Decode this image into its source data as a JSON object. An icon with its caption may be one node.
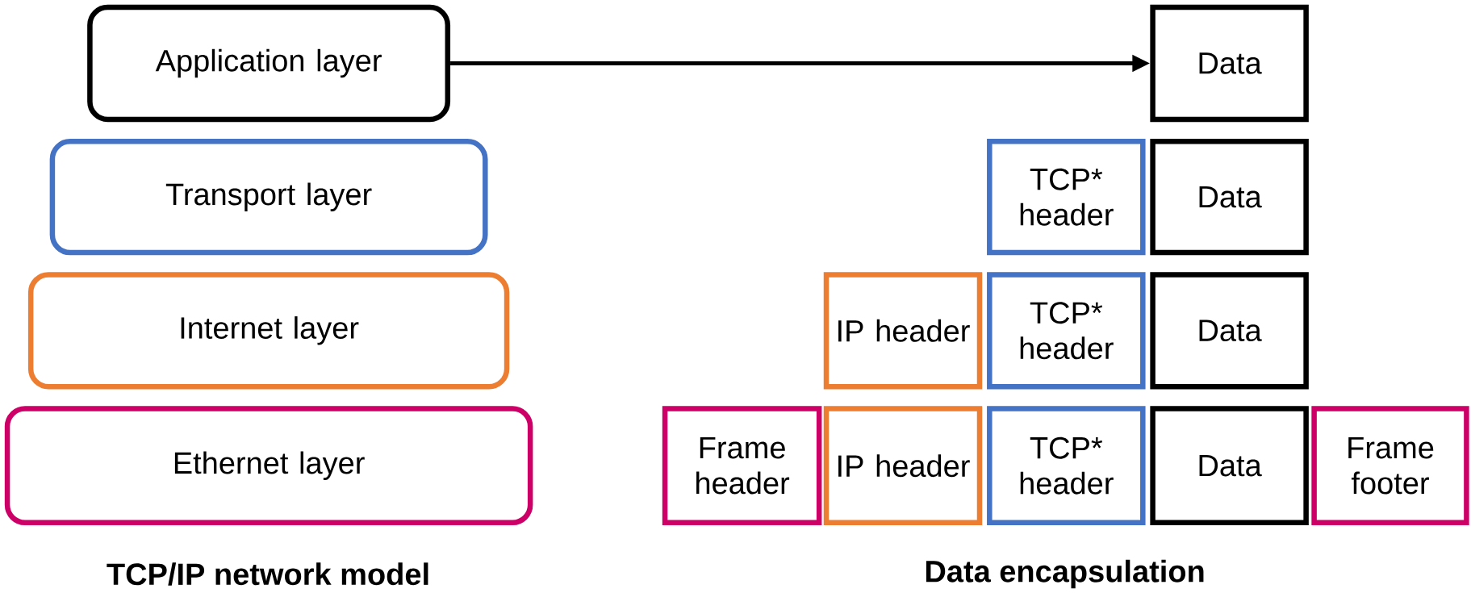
{
  "diagram": {
    "nodes": [
      {
        "text": [
          "Application layer"
        ]
      },
      {
        "text": [
          "Transport layer"
        ]
      },
      {
        "text": [
          "Internet layer"
        ]
      },
      {
        "text": [
          "Ethernet layer"
        ]
      },
      {
        "text": [
          "Data"
        ]
      },
      {
        "text": [
          "TCP* header"
        ]
      },
      {
        "text": [
          "Data"
        ]
      },
      {
        "text": [
          "IP header"
        ]
      },
      {
        "text": [
          "TCP* header"
        ]
      },
      {
        "text": [
          "Data"
        ]
      },
      {
        "text": [
          "Frame header"
        ]
      },
      {
        "text": [
          "IP header"
        ]
      },
      {
        "text": [
          "TCP* header"
        ]
      },
      {
        "text": [
          "Data"
        ]
      },
      {
        "text": [
          "Frame footer"
        ]
      }
    ],
    "edges": [
      {
        "from": 0,
        "to": 4,
        "arrow": "to"
      }
    ],
    "labels": [
      "TCP/IP network model",
      "Data encapsulation"
    ]
  }
}
